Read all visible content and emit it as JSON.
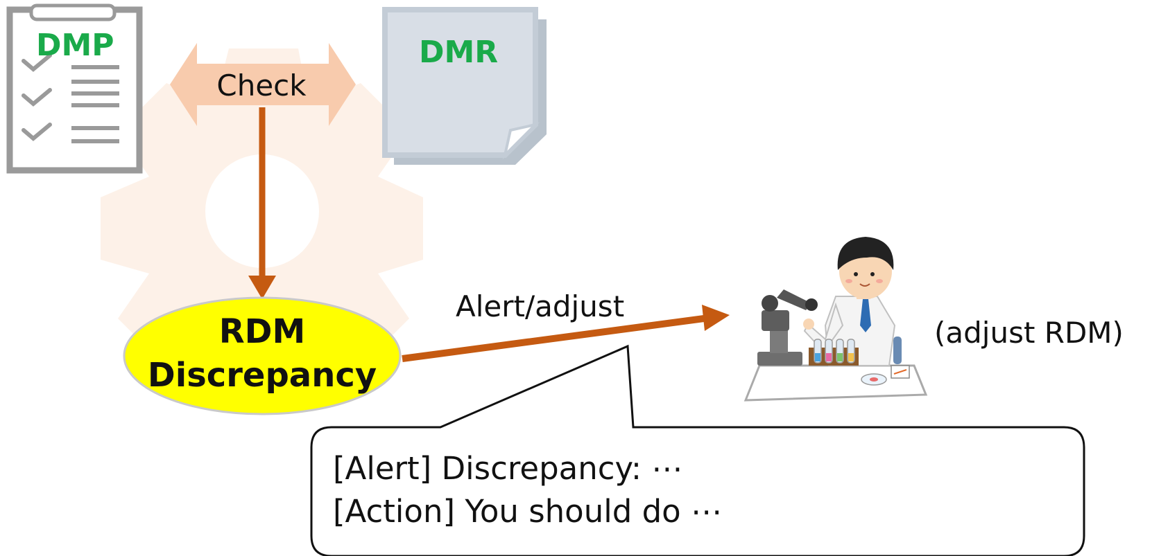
{
  "dmp": {
    "label": "DMP"
  },
  "dmr": {
    "label": "DMR"
  },
  "check": {
    "label": "Check"
  },
  "rdm": {
    "line1": "RDM",
    "line2": "Discrepancy"
  },
  "alert_arrow": {
    "label": "Alert/adjust"
  },
  "researcher": {
    "label": "(adjust RDM)"
  },
  "callout": {
    "line1": "[Alert] Discrepancy: ⋯",
    "line2": "[Action] You should do ⋯"
  },
  "colors": {
    "arrow": "#c55a11",
    "doc_label": "#1aaa4a",
    "ellipse_fill": "#ffff00",
    "check_arrow": "#f8cbad",
    "gear": "#fbe5d6"
  }
}
